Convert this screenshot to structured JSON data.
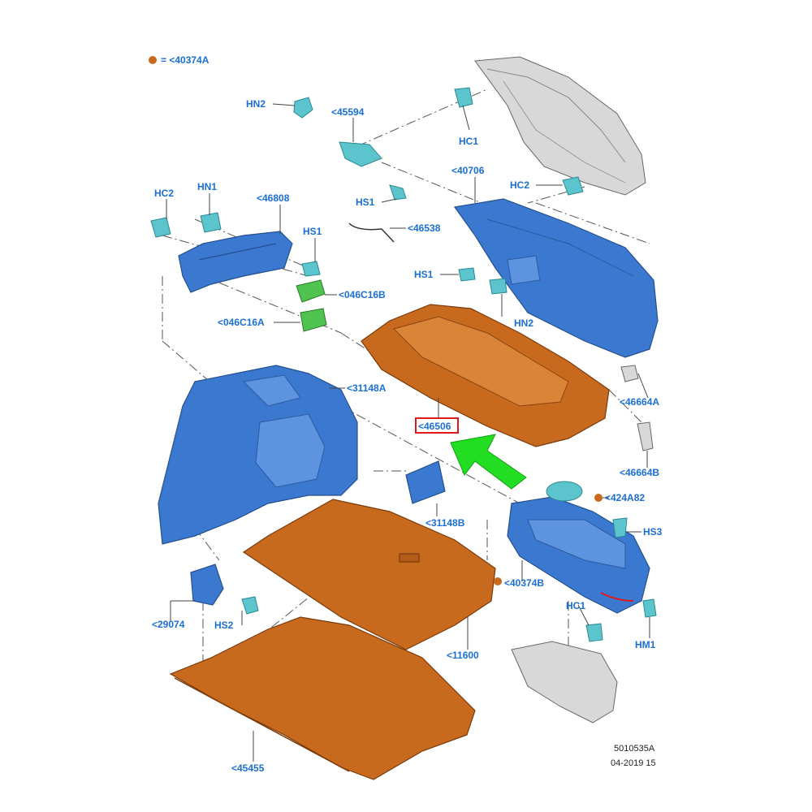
{
  "legend": {
    "text": "= <40374A",
    "dot_color": "#c86a1e"
  },
  "labels": {
    "hn2_top": "HN2",
    "p45594": "<45594",
    "hc1_top": "HC1",
    "p40706": "<40706",
    "hc2_right": "HC2",
    "hc2_left": "HC2",
    "hn1": "HN1",
    "p46808": "<46808",
    "hs1_left": "HS1",
    "hs1_mid": "HS1",
    "p46538": "<46538",
    "hs1_right": "HS1",
    "p046c16b": "<046C16B",
    "hn2_mid": "HN2",
    "p046c16a": "<046C16A",
    "p31148a": "<31148A",
    "p46664a": "<46664A",
    "p46506": "<46506",
    "p46664b": "<46664B",
    "p424a82": "<424A82",
    "p31148b": "<31148B",
    "hs3": "HS3",
    "p40374b": "<40374B",
    "p29074": "<29074",
    "hs2": "HS2",
    "hc1_bottom": "HC1",
    "hm1": "HM1",
    "p11600": "<11600",
    "p45455": "<45455"
  },
  "footer": {
    "code": "5010535A",
    "date": "04-2019 15"
  },
  "colors": {
    "label": "#1a6fd6",
    "highlight": "#e01a1a",
    "arrow": "#22dd22",
    "dot": "#c86a1e"
  }
}
